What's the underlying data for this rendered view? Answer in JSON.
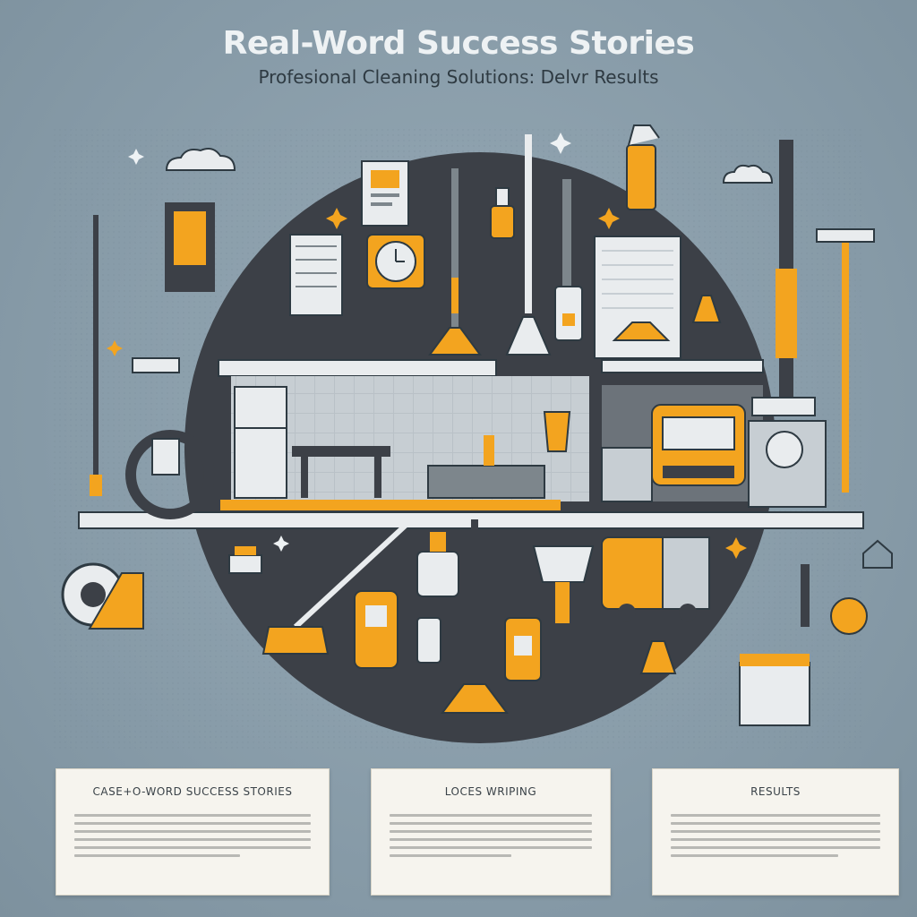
{
  "header": {
    "title": "Real-Word Success Stories",
    "subtitle": "Profesional Cleaning Solutions: Delvr Results"
  },
  "cards": [
    {
      "title": "CASE+O-WORD SUCCESS STORIES"
    },
    {
      "title": "LOCES WRIPING"
    },
    {
      "title": "RESULTS"
    }
  ],
  "colors": {
    "background": "#8a9eab",
    "circle": "#3c4047",
    "accent": "#f3a41f",
    "light": "#e9ecee",
    "card": "#f6f4ee"
  },
  "icons": [
    "spray-bottle-icon",
    "broom-icon",
    "mop-icon",
    "vacuum-icon",
    "cleaning-van-icon",
    "refrigerator-icon",
    "clock-icon",
    "bucket-icon",
    "squeegee-icon",
    "sparkle-icon",
    "cloud-icon"
  ]
}
